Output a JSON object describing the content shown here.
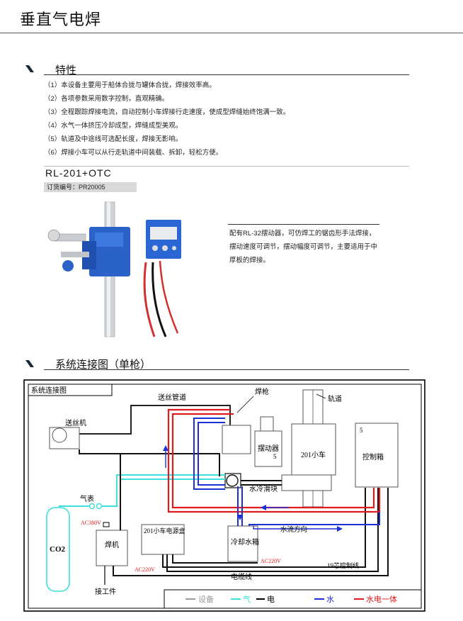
{
  "page": {
    "title": "垂直气电焊"
  },
  "features": {
    "heading": "特性",
    "items": [
      "（1）本设备主要用于船体合拢与罐体合拢，焊接效率高。",
      "（2）各项参数采用数字控制，直观精确。",
      "（3）全程跟踪焊接电流，自动控制小车焊接行走速度，使成型焊缝始终饱满一致。",
      "（4）水气一体挤压冷却成型，焊缝成型美观。",
      "（5）轨道及中途线可选配长度，焊接无影响。",
      "（6）焊接小车可以从行走轨道中间装载、拆卸，轻松方便。"
    ]
  },
  "product": {
    "model": "RL-201+OTC",
    "order_no": "订货编号：PR20005",
    "desc": [
      "配有RL-32摆动器，可仿焊工的锯齿形手法焊接，",
      "摆动速度可调节，摆动幅度可调节，主要适用于中",
      "厚板的焊接。"
    ]
  },
  "diagram": {
    "heading": "系统连接图（单枪）",
    "box_label": "系统连接图",
    "labels": {
      "wire_tube": "送丝管道",
      "torch": "焊枪",
      "track": "轨道",
      "feeder": "送丝机",
      "oscillator": "摆动器",
      "oscillator_num": "5",
      "carriage": "201小车",
      "control_box": "控制箱",
      "control_num": "5",
      "water_block": "水冷滑块",
      "gauge": "气表",
      "ac380": "AC380V",
      "co2": "CO2",
      "welder": "焊机",
      "psu": "201小车电源盒",
      "ac220_a": "AC220V",
      "cooler": "冷却水箱",
      "ac220_b": "AC220V",
      "flow_dir": "水流方向",
      "core19": "19芯控制线",
      "cable": "电缆线",
      "workpiece": "接工件"
    },
    "legend": [
      {
        "label": "设备",
        "color": "#9a9a9a"
      },
      {
        "label": "气",
        "color": "#3ee0dc"
      },
      {
        "label": "电",
        "color": "#000000"
      },
      {
        "label": "水",
        "color": "#1d2fd6"
      },
      {
        "label": "水电一体",
        "color": "#e01b1b"
      }
    ]
  }
}
